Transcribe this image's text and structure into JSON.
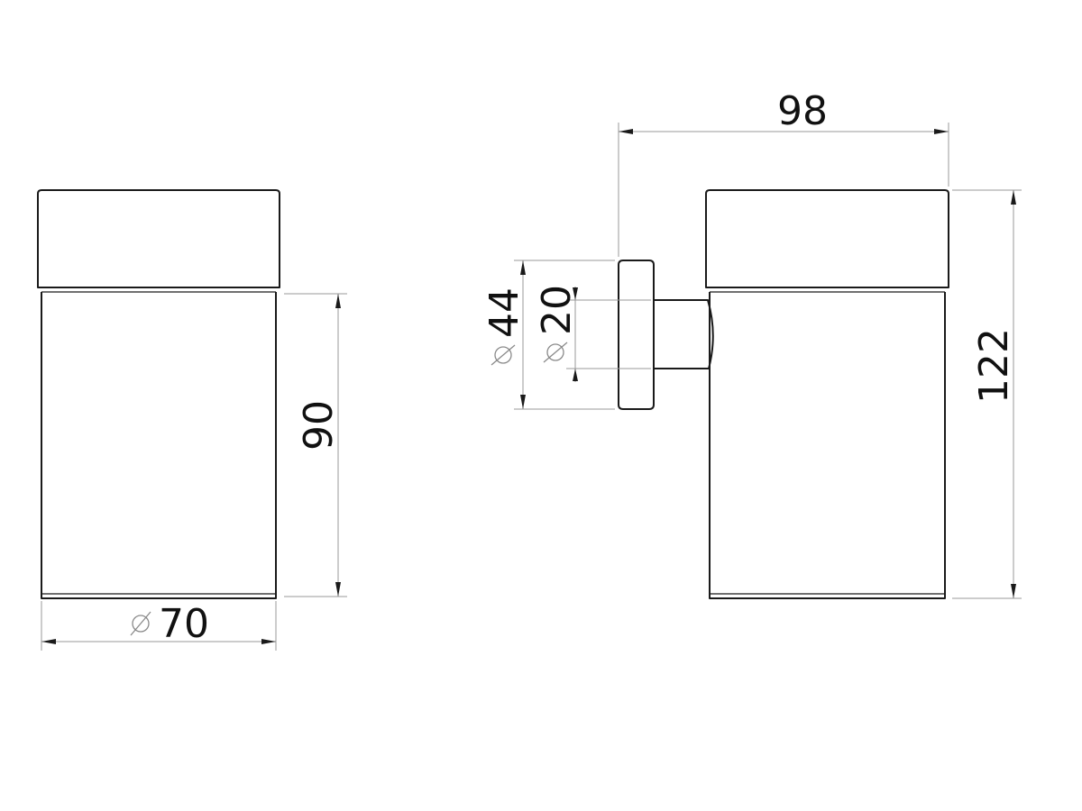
{
  "dimensions": {
    "cup_diameter": {
      "symbol": "∅",
      "value": "70"
    },
    "cup_body_height": {
      "value": "90"
    },
    "overall_depth": {
      "value": "98"
    },
    "overall_height": {
      "value": "122"
    },
    "flange_diameter": {
      "symbol": "∅",
      "value": "44"
    },
    "arm_diameter": {
      "symbol": "∅",
      "value": "20"
    }
  },
  "colors": {
    "line": "#1a1a1a",
    "dimension_line": "#9a9a9a",
    "background": "#ffffff"
  }
}
